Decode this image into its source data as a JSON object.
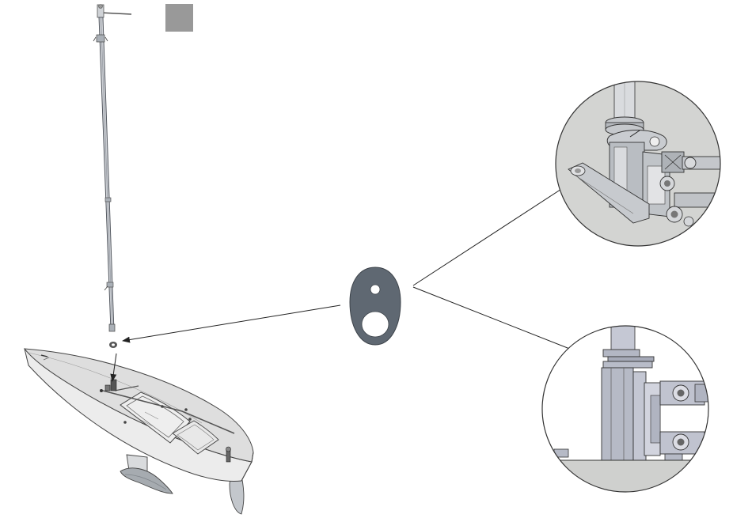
{
  "diagram": {
    "step_marker_color": "#999999",
    "line_color": "#333333",
    "part_fill": "#5f6872",
    "hull_fill": "#e6e6e6",
    "metal_fill": "#b8bcc2",
    "detail_background": "#d3d4d2",
    "parts": [
      {
        "name": "mast",
        "icon": "mast-assembly"
      },
      {
        "name": "hull",
        "icon": "sailboat-hull"
      },
      {
        "name": "washer",
        "icon": "teardrop-washer"
      }
    ],
    "detail_views": [
      {
        "icon": "mast-step-closeup-top"
      },
      {
        "icon": "mast-step-closeup-bottom"
      }
    ]
  }
}
